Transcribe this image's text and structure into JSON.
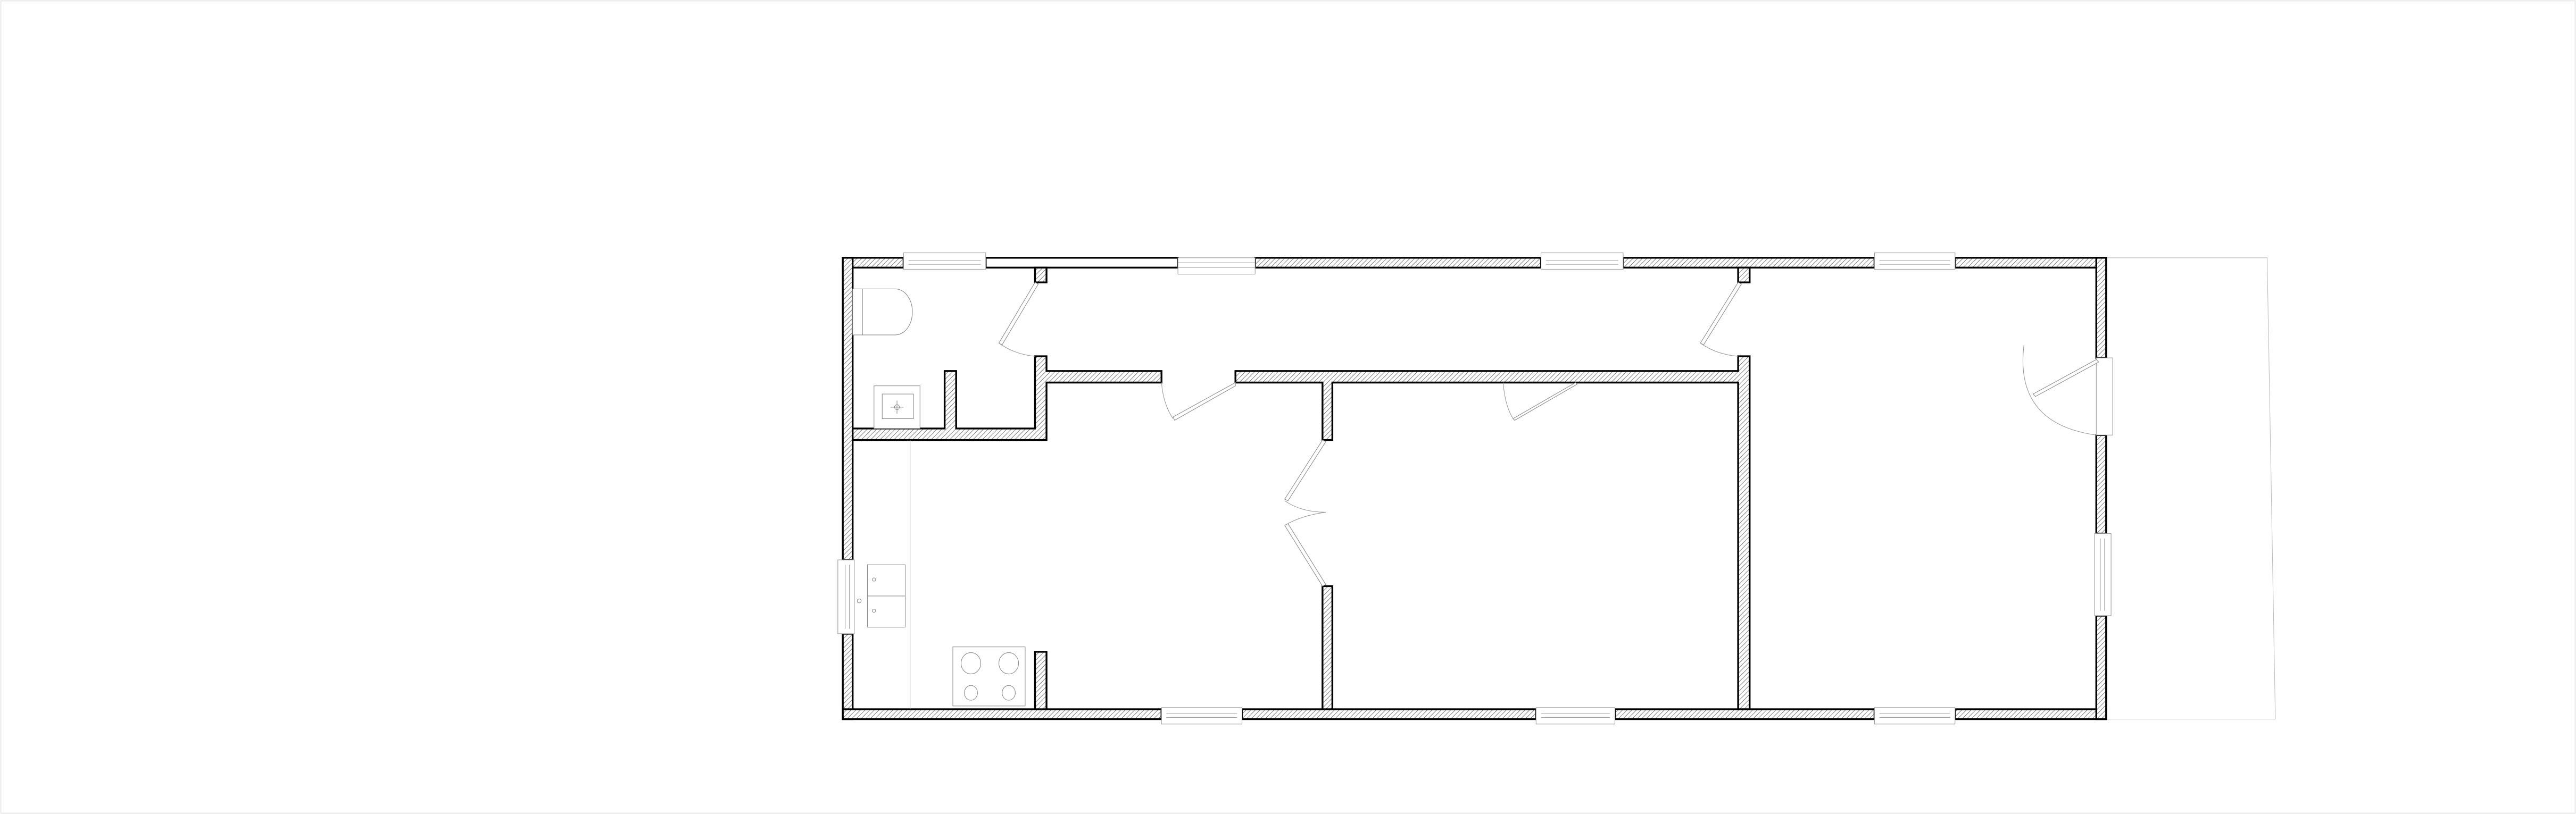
{
  "drawing": {
    "type": "floor-plan",
    "colors": {
      "wall_outline": "#000000",
      "wall_hatch": "#555555",
      "fixtures": "#8a8a8a",
      "background": "#ffffff"
    },
    "elements": {
      "rooms": [
        "bathroom",
        "kitchen-living",
        "hallway",
        "bedroom",
        "entry-room"
      ],
      "fixtures": [
        "toilet",
        "washbasin",
        "kitchen-counter",
        "double-sink",
        "stove-four-burner"
      ],
      "window_count": 10,
      "door_count": 6
    }
  }
}
